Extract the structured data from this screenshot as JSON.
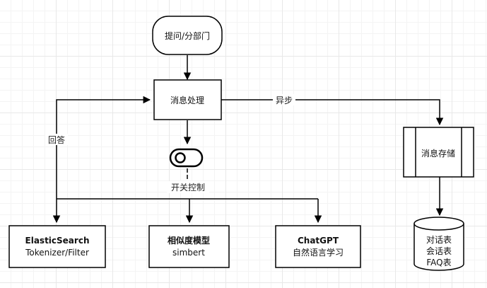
{
  "nodes": {
    "question": "提问/分部门",
    "process": "消息处理",
    "storage": "消息存储",
    "db": [
      "对话表",
      "会话表",
      "FAQ表"
    ],
    "es_title": "ElasticSearch",
    "es_sub": "Tokenizer/Filter",
    "sim_title": "相似度模型",
    "sim_sub": "simbert",
    "gpt_title": "ChatGPT",
    "gpt_sub": "自然语言学习"
  },
  "edges": {
    "async": "异步",
    "answer": "回答",
    "switch": "开关控制"
  },
  "toggle": {
    "state": "off"
  }
}
